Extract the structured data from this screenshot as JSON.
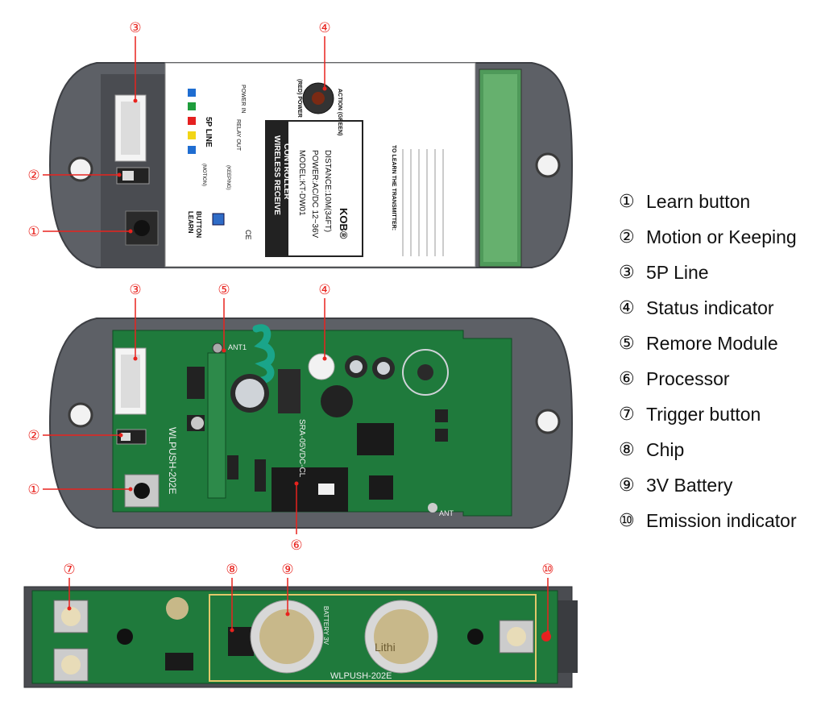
{
  "callout_color": "#e8231e",
  "legend": [
    {
      "num": "①",
      "text": "Learn button"
    },
    {
      "num": "②",
      "text": "Motion or Keeping"
    },
    {
      "num": "③",
      "text": "5P Line"
    },
    {
      "num": "④",
      "text": "Status indicator"
    },
    {
      "num": "⑤",
      "text": "Remore Module"
    },
    {
      "num": "⑥",
      "text": "Processor"
    },
    {
      "num": "⑦",
      "text": "Trigger button"
    },
    {
      "num": "⑧",
      "text": "Chip"
    },
    {
      "num": "⑨",
      "text": "3V Battery"
    },
    {
      "num": "⑩",
      "text": "Emission indicator"
    }
  ],
  "callouts": {
    "c1a": "①",
    "c2a": "②",
    "c3a": "③",
    "c4a": "④",
    "c1b": "①",
    "c2b": "②",
    "c3b": "③",
    "c4b": "④",
    "c5b": "⑤",
    "c6b": "⑥",
    "c7": "⑦",
    "c8": "⑧",
    "c9": "⑨",
    "c10": "⑩"
  },
  "top_label": {
    "line5p": "5P LINE",
    "relay_out": "RELAY OUT",
    "power_in": "POWER IN",
    "motion": "(MOTION)",
    "keeping": "(KEEPING)",
    "learn": "LEARN",
    "button": "BUTTON",
    "red_power": "(RED) POWER",
    "action_green": "ACTION (GREEN)",
    "title1": "WIRELESS RECEIVE",
    "title2": "CONTROLLER",
    "model": "MODEL:KT-DW01",
    "power": "POWER:AC/DC 12~36V",
    "distance": "DISTANCE:10M(34FT)",
    "brand": "KOB®",
    "ce": "CE",
    "learn_title": "TO LEARN THE TRANSMITTER:"
  },
  "pcb_text": {
    "board_mid": "WLPUSH-202E",
    "relay": "SRA-05VDC-CL",
    "ant": "ANT",
    "ant1": "ANT1",
    "board_bottom": "WLPUSH-202E",
    "battery": "BATTERY 3V",
    "lithium": "Lithi"
  }
}
